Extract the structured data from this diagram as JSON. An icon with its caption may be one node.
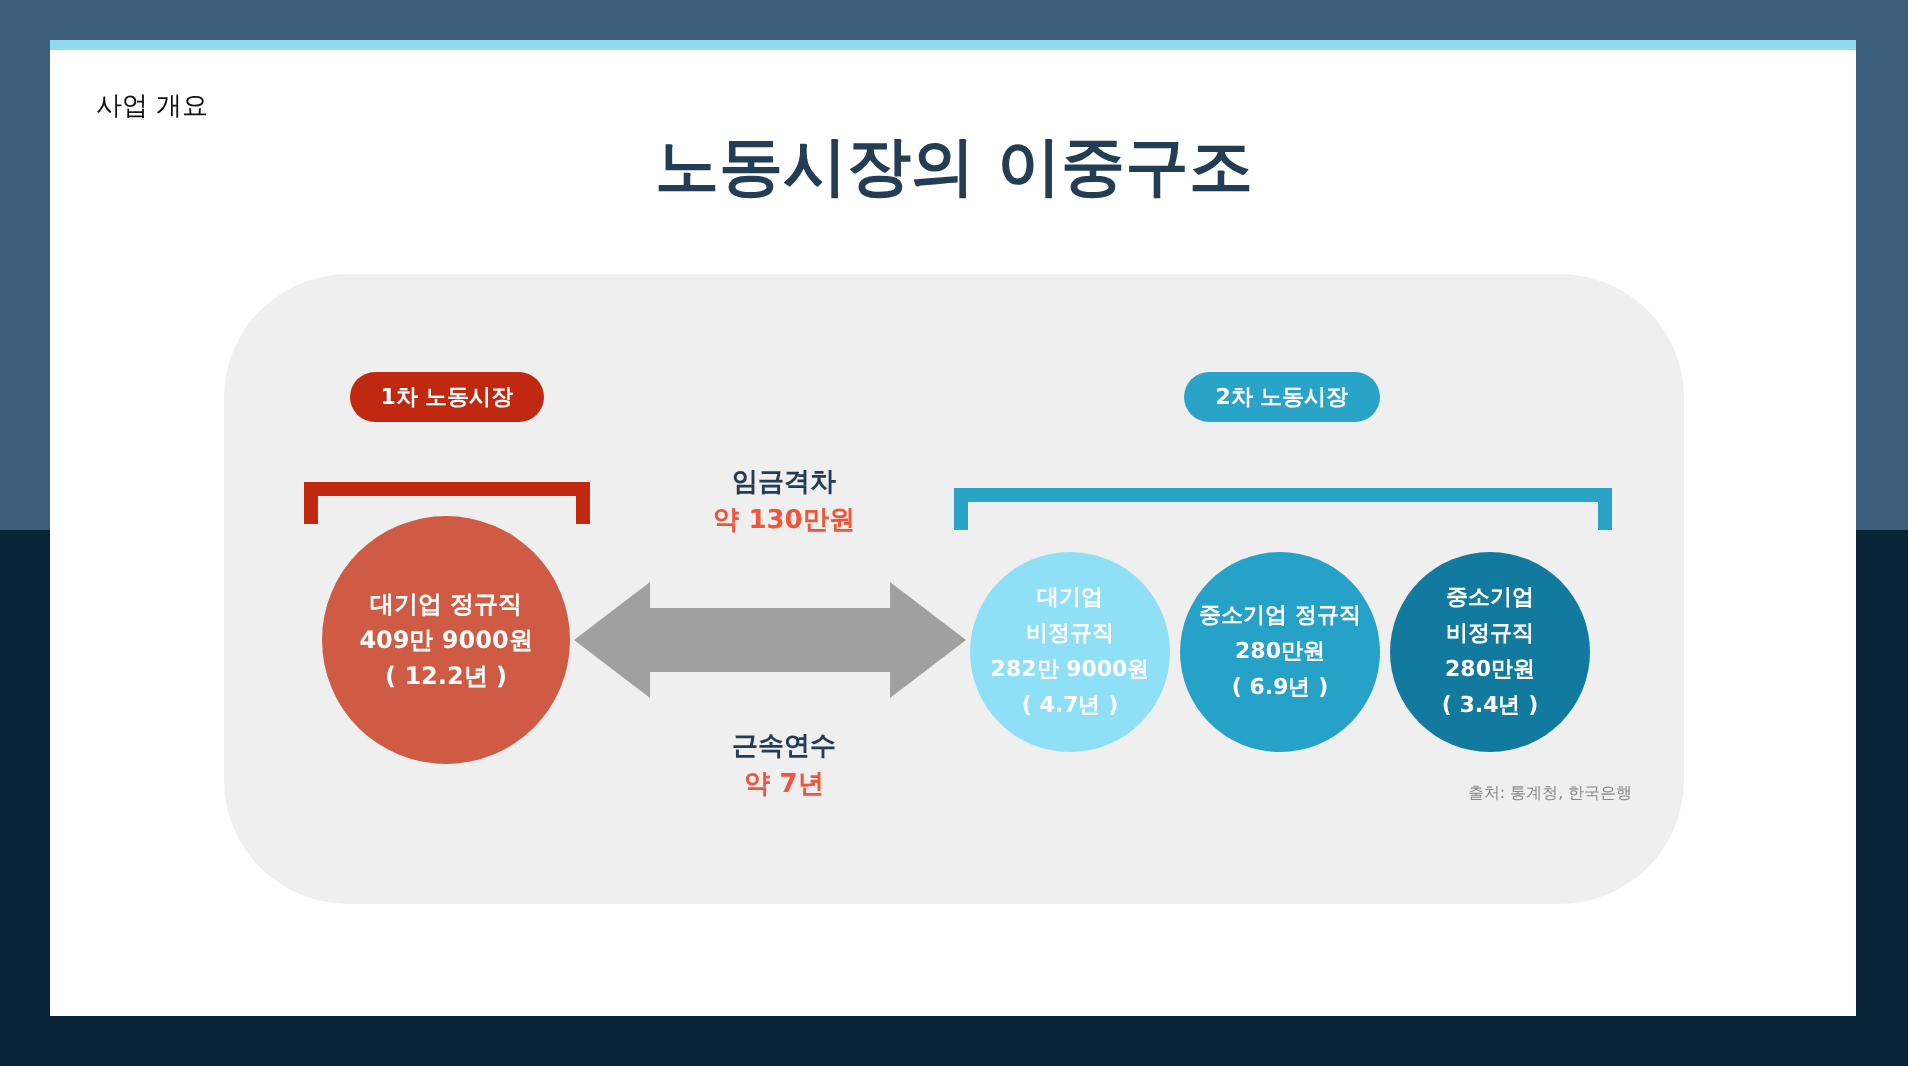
{
  "diagram": {
    "title": "노동시장의 이중구조",
    "nodes": [
      {
        "text": [
          "1차 노동시장"
        ]
      },
      {
        "text": [
          "2차 노동시장"
        ]
      },
      {
        "text": [],
        "shape": "bracket"
      },
      {
        "text": [],
        "shape": "bracket"
      },
      {
        "text": [
          "대기업 정규직",
          "409만 9000원",
          "( 12.2년 )"
        ]
      },
      {
        "text": [
          "대기업 비정규직",
          "282만 9000원",
          "( 4.7년 )"
        ]
      },
      {
        "text": [
          "중소기업 정규직",
          "280만원",
          "( 6.9년 )"
        ]
      },
      {
        "text": [
          "중소기업 비정규직",
          "280만원",
          "( 3.4년 )"
        ]
      }
    ],
    "edges": [
      {
        "from": 4,
        "to": 5,
        "arrow": "both"
      }
    ],
    "labels": [
      "사업 개요",
      "임금격차",
      "약 130만원",
      "근속연수",
      "약 7년",
      "출처: 통계청, 한국은행"
    ]
  }
}
